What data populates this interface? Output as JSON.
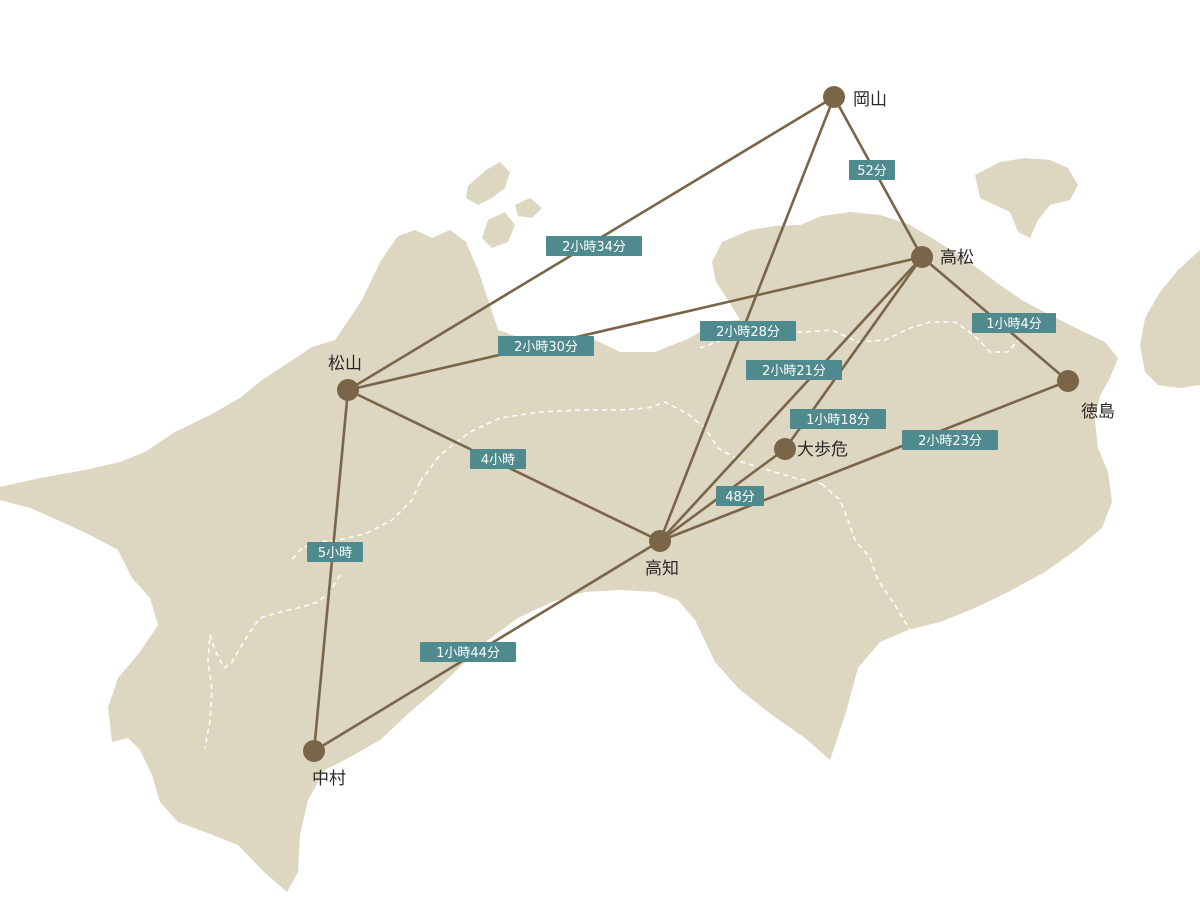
{
  "cities": {
    "okayama": "岡山",
    "takamatsu": "高松",
    "matsuyama": "松山",
    "tokushima": "徳島",
    "oboke": "大歩危",
    "kochi": "高知",
    "nakamura": "中村"
  },
  "routes": {
    "okayama_takamatsu": "52分",
    "okayama_matsuyama": "2小時34分",
    "okayama_kochi": "2小時28分",
    "takamatsu_matsuyama": "2小時30分",
    "takamatsu_tokushima": "1小時4分",
    "takamatsu_kochi": "2小時21分",
    "takamatsu_oboke": "1小時18分",
    "tokushima_kochi": "2小時23分",
    "oboke_kochi": "48分",
    "matsuyama_kochi": "4小時",
    "matsuyama_nakamura": "5小時",
    "kochi_nakamura": "1小時44分"
  },
  "colors": {
    "land": "#ddd6c1",
    "route": "#7a6548",
    "station": "#7a6548",
    "time_label_bg": "#4f8a8e",
    "time_label_text": "#ffffff",
    "border": "#ffffff"
  }
}
